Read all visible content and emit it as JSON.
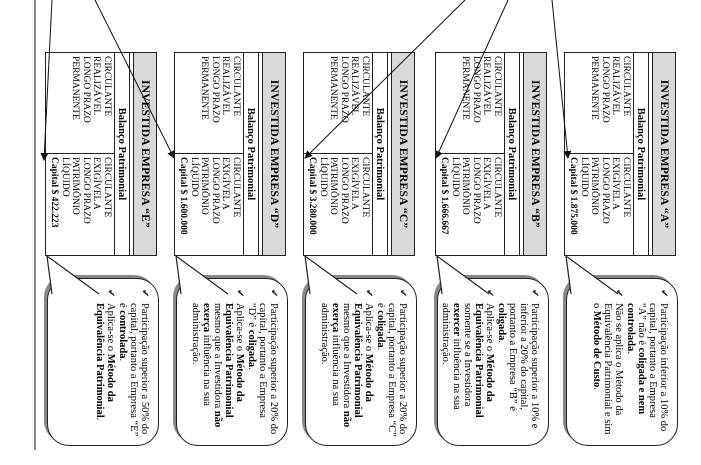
{
  "balance_sheet_subtitle": "Balanço Patrimonial",
  "assets": [
    "CIRCULANTE",
    "REALIZÁVEL",
    "LONGO PRAZO",
    "PERMANENTE"
  ],
  "liabilities": [
    "CIRCULANTE",
    "EXIGÍVEL A",
    "LONGO PRAZO",
    "PATRIMÔNIO",
    "LÍQUIDO"
  ],
  "companies": [
    {
      "title": "INVESTIDA EMPRESA “A”",
      "capital": "Capital $ 1.875.000",
      "callout": [
        {
          "parts": [
            {
              "t": "Participação inferior a 10% do capital, portanto a Empresa “A” não é "
            },
            {
              "t": "coligada e nem controlada",
              "b": true
            },
            {
              "t": "."
            }
          ]
        },
        {
          "parts": [
            {
              "t": "Não se aplica o Método da Equivalência Patrimonial e sim o "
            },
            {
              "t": "Método de Custo",
              "b": true
            },
            {
              "t": "."
            }
          ]
        }
      ]
    },
    {
      "title": "INVESTIDA EMPRESA “B”",
      "capital": "Capital $ 1.666.667",
      "callout": [
        {
          "parts": [
            {
              "t": "Participação superior a 10% e inferior a 20% do capital, portanto a Empresa “B” é "
            },
            {
              "t": "coligada",
              "b": true
            },
            {
              "t": "."
            }
          ]
        },
        {
          "parts": [
            {
              "t": "Aplica-se o "
            },
            {
              "t": "Método da Equivalência Patrimonial",
              "b": true
            },
            {
              "t": " somente se a Investidora "
            },
            {
              "t": "exercer",
              "b": true
            },
            {
              "t": " influência na sua administração."
            }
          ]
        }
      ]
    },
    {
      "title": "INVESTIDA EMPRESA “C”",
      "capital": "Capital $ 3.280.000",
      "callout": [
        {
          "parts": [
            {
              "t": "Participação superior a 20% do capital, portanto a Empresa “C” é "
            },
            {
              "t": "coligada",
              "b": true
            },
            {
              "t": "."
            }
          ]
        },
        {
          "parts": [
            {
              "t": "Aplica-se o "
            },
            {
              "t": "Método da Equivalência Patrimonial",
              "b": true
            },
            {
              "t": " mesmo que a Investidora "
            },
            {
              "t": "não exerça",
              "b": true
            },
            {
              "t": " influência na sua administração."
            }
          ]
        }
      ]
    },
    {
      "title": "INVESTIDA EMPRESA “D”",
      "capital": "Capital $ 1.600.000",
      "callout": [
        {
          "parts": [
            {
              "t": "Participação superior a 20% do capital, portanto a Empresa “D” é "
            },
            {
              "t": "coligada",
              "b": true
            },
            {
              "t": "."
            }
          ]
        },
        {
          "parts": [
            {
              "t": "Aplica-se o "
            },
            {
              "t": "Método da Equivalência Patrimonial",
              "b": true
            },
            {
              "t": " mesmo que a Investidora "
            },
            {
              "t": "não exerça",
              "b": true
            },
            {
              "t": " influência na sua administração."
            }
          ]
        }
      ]
    },
    {
      "title": "INVESTIDA EMPRESA “E”",
      "capital": "Capital $ 422.223",
      "callout": [
        {
          "parts": [
            {
              "t": "Participação superior a 50% do capital, portanto a Empresa “E” é "
            },
            {
              "t": "controlada",
              "b": true
            },
            {
              "t": "."
            }
          ]
        },
        {
          "parts": [
            {
              "t": "Aplica-se o "
            },
            {
              "t": "Método da Equivalência Patrimonial",
              "b": true
            },
            {
              "t": "."
            }
          ]
        }
      ]
    }
  ]
}
